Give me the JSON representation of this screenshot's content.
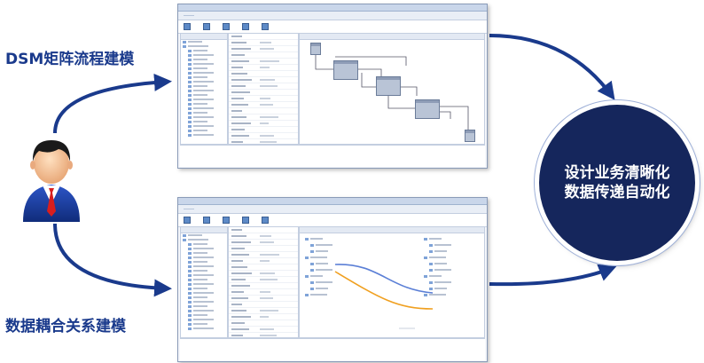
{
  "labels": {
    "top": "DSM矩阵流程建模",
    "bottom": "数据耦合关系建模"
  },
  "center_circle": {
    "line1": "设计业务清晰化",
    "line2": "数据传递自动化"
  },
  "colors": {
    "label_text": "#1a3a8c",
    "arrow": "#1a3a8c",
    "circle_fill": "#15265c",
    "link_blue": "#5b7fd6",
    "link_orange": "#f0a020"
  },
  "icons": {
    "user": "business-person-icon"
  }
}
